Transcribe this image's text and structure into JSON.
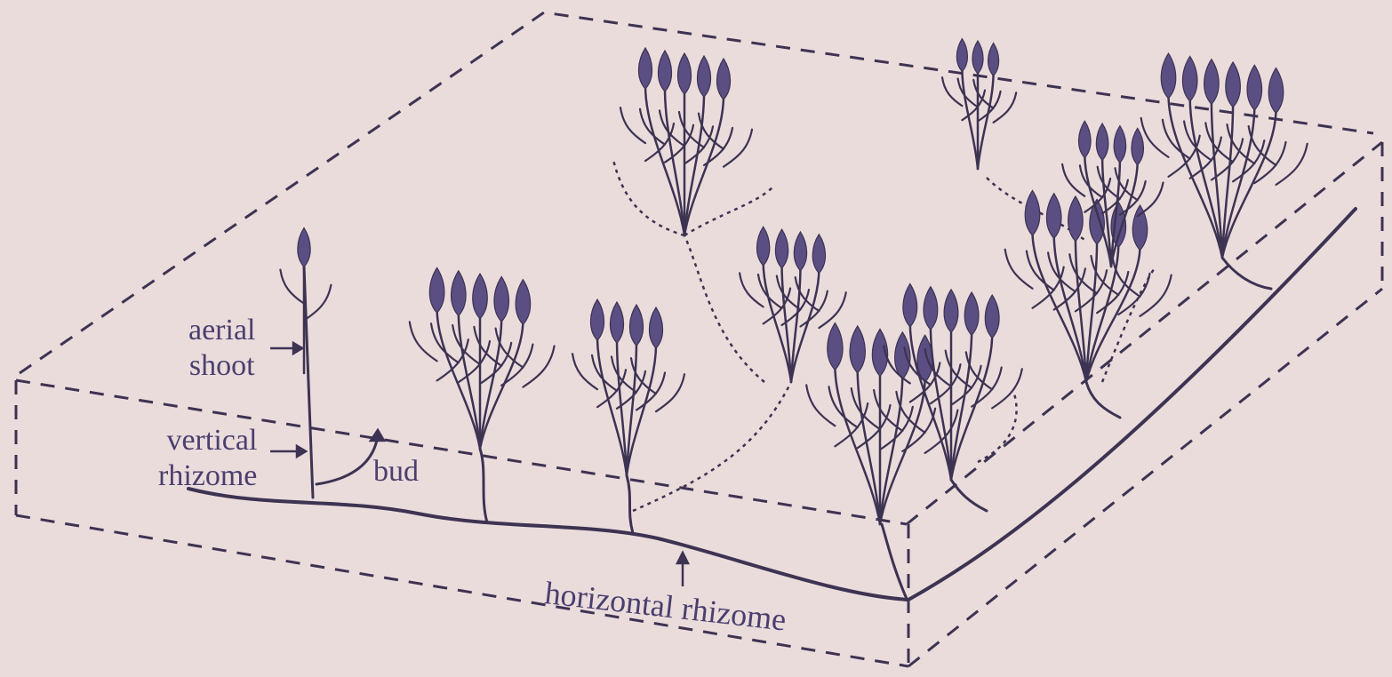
{
  "labels": {
    "aerial_line1": "aerial",
    "aerial_line2": "shoot",
    "vertical_line1": "vertical",
    "vertical_line2": "rhizome",
    "bud": "bud",
    "horizontal": "horizontal rhizome"
  },
  "colors": {
    "background": "#ebdcdc",
    "ink": "#3d3352",
    "label": "#4a3f6e",
    "spikelet": "#5a4e82"
  }
}
